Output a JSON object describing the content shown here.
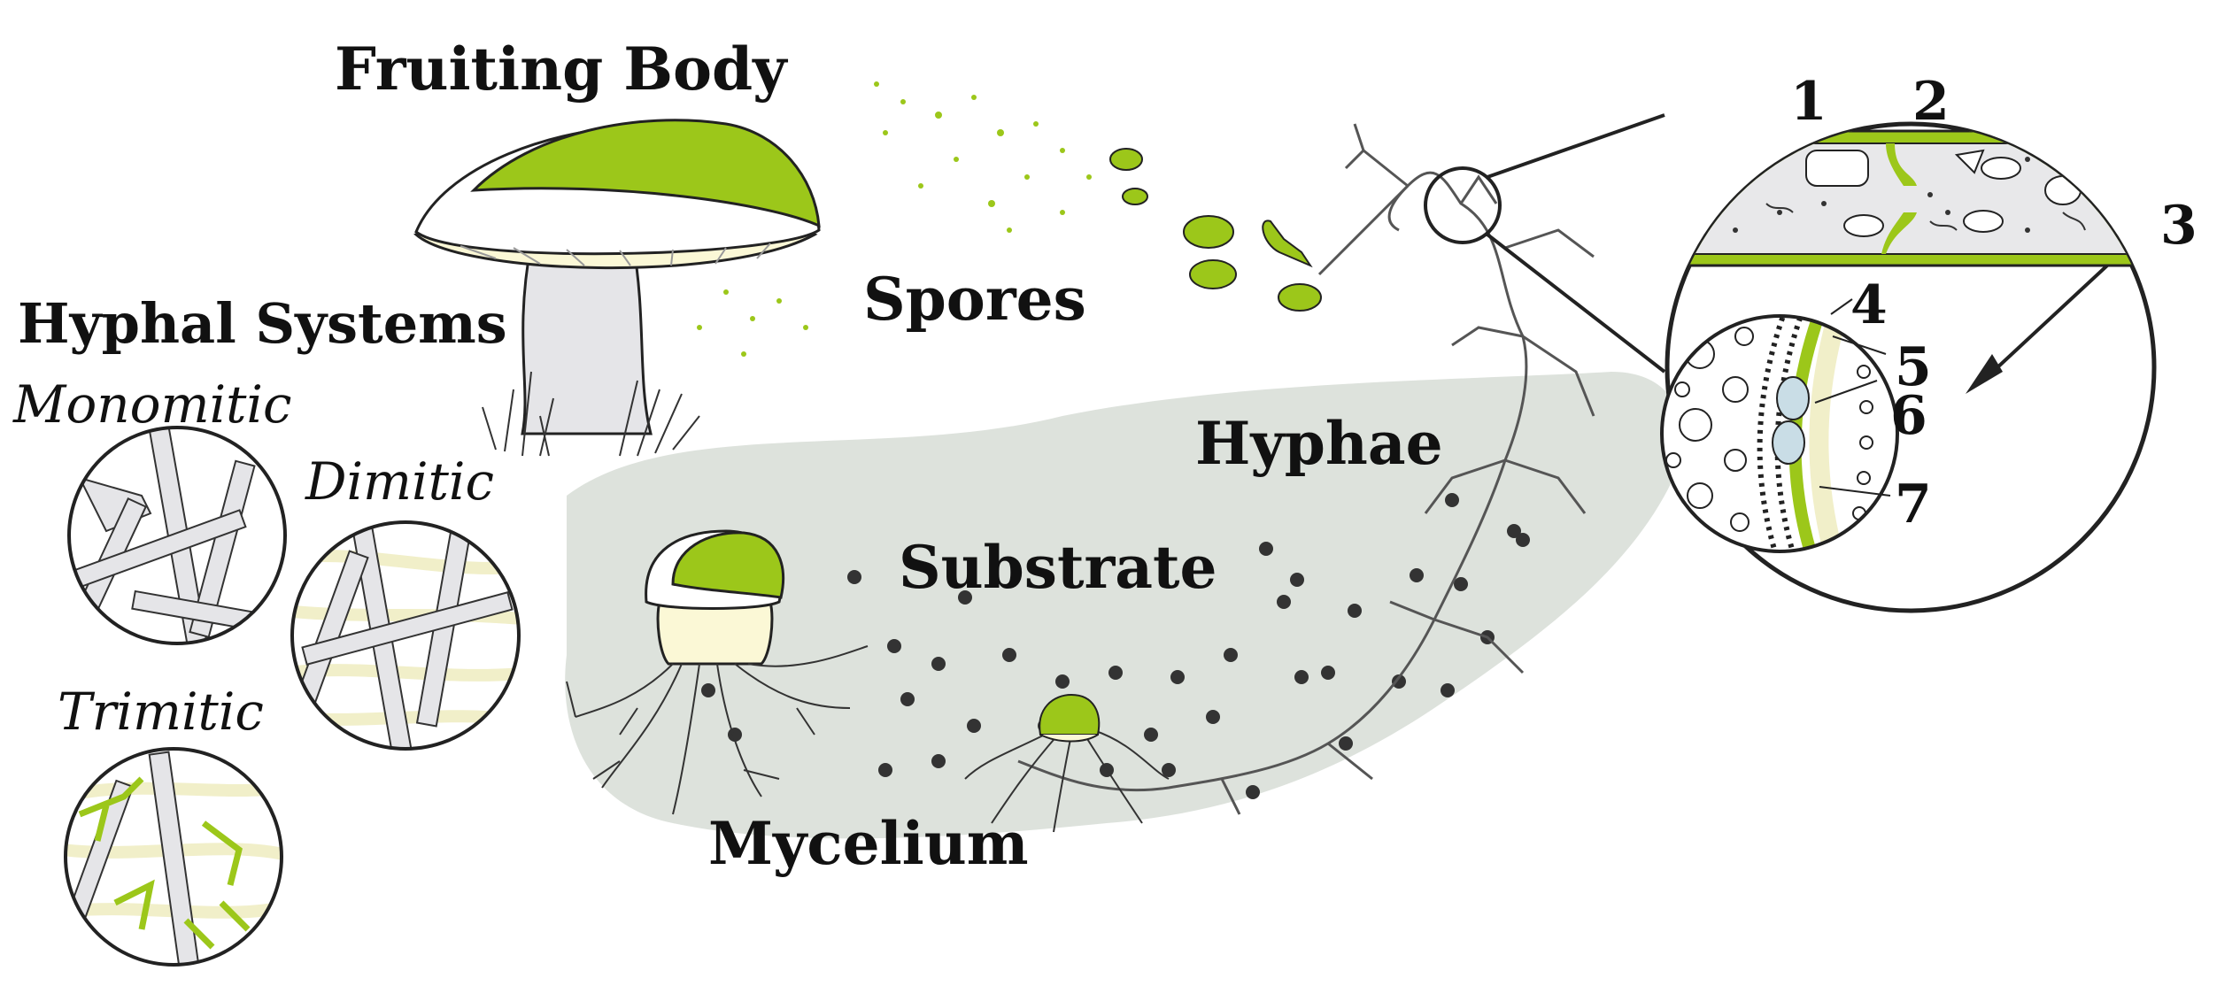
{
  "labels": {
    "fruiting_body": "Fruiting Body",
    "spores": "Spores",
    "hyphal_systems": "Hyphal Systems",
    "monomitic": "Monomitic",
    "dimitic": "Dimitic",
    "trimitic": "Trimitic",
    "hyphae": "Hyphae",
    "substrate": "Substrate",
    "mycelium": "Mycelium"
  },
  "numbers": [
    "1",
    "2",
    "3",
    "4",
    "5",
    "6",
    "7"
  ],
  "colors": {
    "accent_green": "#9cc71a",
    "substrate_gray": "#dde2dc",
    "cap_cream": "#fbf8d6",
    "outline": "#222222",
    "membrane_protein": "#c9dde6",
    "dots": "#333333"
  }
}
